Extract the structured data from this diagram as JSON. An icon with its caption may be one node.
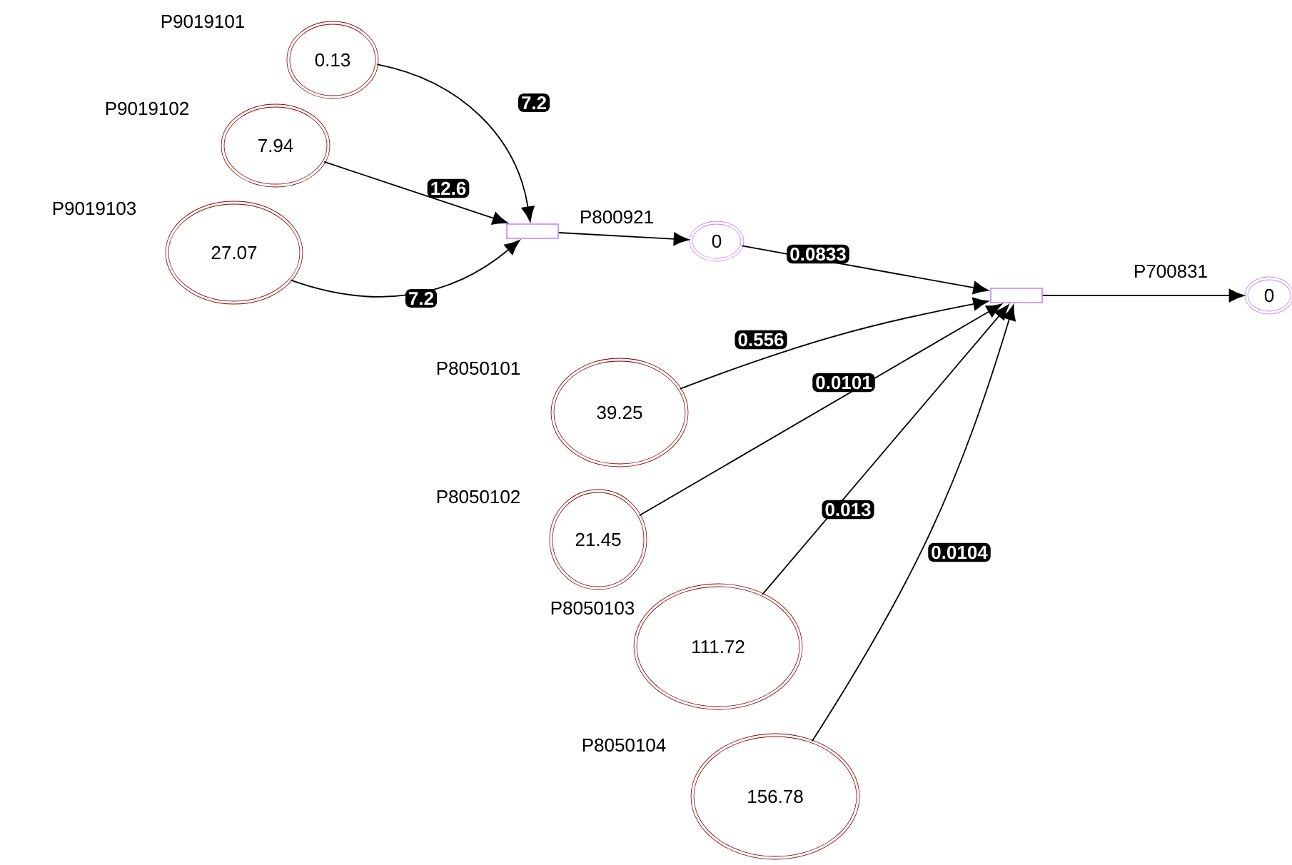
{
  "diagram": {
    "nodes": [
      {
        "text": [
          "0.13"
        ],
        "beside": [
          "P9019101"
        ]
      },
      {
        "text": [
          "7.94"
        ],
        "beside": [
          "P9019102"
        ]
      },
      {
        "text": [
          "27.07"
        ],
        "beside": [
          "P9019103"
        ]
      },
      {
        "text": [],
        "shape": "box"
      },
      {
        "text": [
          "0"
        ],
        "beside": [
          "P800921"
        ]
      },
      {
        "text": [],
        "shape": "box"
      },
      {
        "text": [
          "39.25"
        ],
        "beside": [
          "P8050101"
        ]
      },
      {
        "text": [
          "21.45"
        ],
        "beside": [
          "P8050102"
        ]
      },
      {
        "text": [
          "111.72"
        ],
        "beside": [
          "P8050103"
        ]
      },
      {
        "text": [
          "156.78"
        ],
        "beside": [
          "P8050104"
        ]
      },
      {
        "text": [
          "0"
        ],
        "beside": [
          "P700831"
        ]
      }
    ],
    "edges": [
      {
        "from": 0,
        "to": 3,
        "arrow": "to",
        "label": "7.2"
      },
      {
        "from": 1,
        "to": 3,
        "arrow": "to",
        "label": "12.6"
      },
      {
        "from": 2,
        "to": 3,
        "arrow": "to",
        "label": "7.2"
      },
      {
        "from": 3,
        "to": 4,
        "arrow": "to"
      },
      {
        "from": 4,
        "to": 5,
        "arrow": "to",
        "label": "0.0833"
      },
      {
        "from": 6,
        "to": 5,
        "arrow": "to",
        "label": "0.556"
      },
      {
        "from": 7,
        "to": 5,
        "arrow": "to",
        "label": "0.0101"
      },
      {
        "from": 8,
        "to": 5,
        "arrow": "to",
        "label": "0.013"
      },
      {
        "from": 9,
        "to": 5,
        "arrow": "to",
        "label": "0.0104"
      },
      {
        "from": 5,
        "to": 10,
        "arrow": "to"
      }
    ]
  }
}
